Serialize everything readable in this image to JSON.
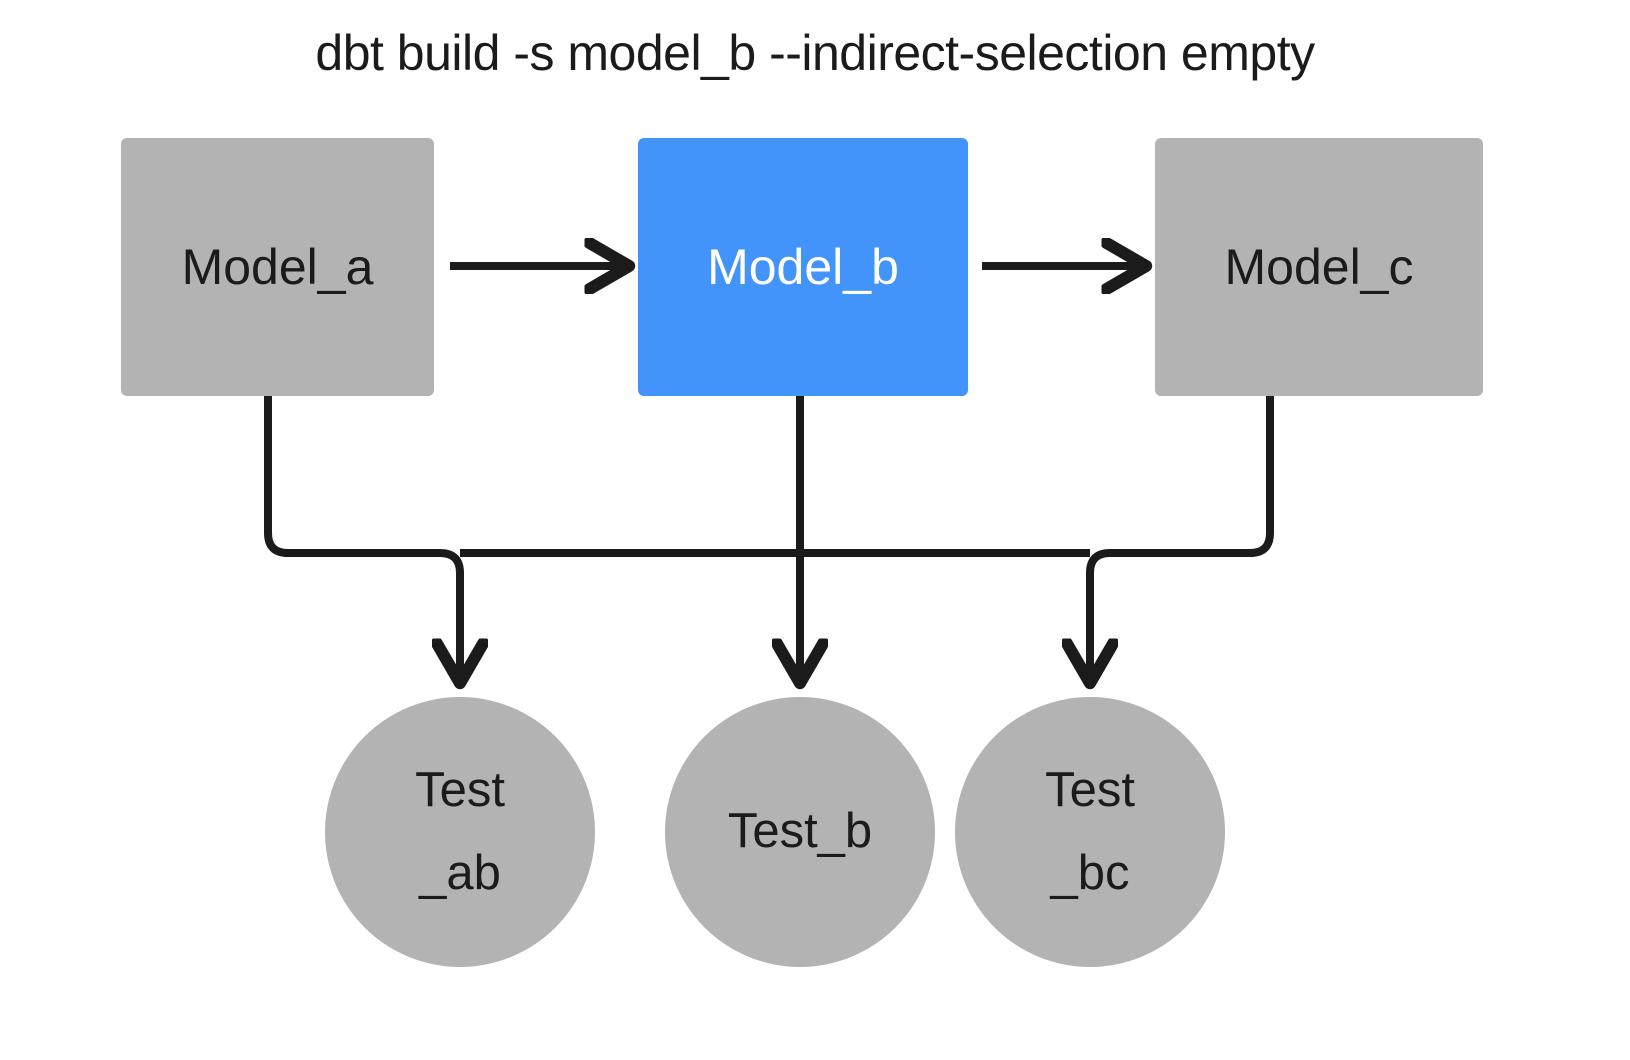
{
  "title": "dbt build -s model_b --indirect-selection empty",
  "palette": {
    "node_gray": "#b3b3b3",
    "node_blue": "#4294fa",
    "edge_black": "#1b1b1b",
    "text_dark": "#1b1b1b",
    "text_light": "#ffffff",
    "background": "#ffffff"
  },
  "models": [
    {
      "id": "model_a",
      "label": "Model_a",
      "shape": "rectangle",
      "fill": "#b3b3b3",
      "text_color": "#1b1b1b",
      "selected": false
    },
    {
      "id": "model_b",
      "label": "Model_b",
      "shape": "rectangle",
      "fill": "#4294fa",
      "text_color": "#ffffff",
      "selected": true
    },
    {
      "id": "model_c",
      "label": "Model_c",
      "shape": "rectangle",
      "fill": "#b3b3b3",
      "text_color": "#1b1b1b",
      "selected": false
    }
  ],
  "tests": [
    {
      "id": "test_ab",
      "label": "Test_ab",
      "line1": "Test",
      "line2": "_ab",
      "shape": "circle",
      "fill": "#b3b3b3",
      "text_color": "#1b1b1b",
      "selected": false
    },
    {
      "id": "test_b",
      "label": "Test_b",
      "line1": "Test_b",
      "line2": "",
      "shape": "circle",
      "fill": "#b3b3b3",
      "text_color": "#1b1b1b",
      "selected": false
    },
    {
      "id": "test_bc",
      "label": "Test_bc",
      "line1": "Test",
      "line2": "_bc",
      "shape": "circle",
      "fill": "#b3b3b3",
      "text_color": "#1b1b1b",
      "selected": false
    }
  ],
  "edges": [
    {
      "from": "model_a",
      "to": "model_b",
      "style": "arrow-right"
    },
    {
      "from": "model_b",
      "to": "model_c",
      "style": "arrow-right"
    },
    {
      "from": "model_a",
      "to": "test_ab",
      "style": "elbow-arrow-down"
    },
    {
      "from": "model_b",
      "to": "test_b",
      "style": "straight-arrow-down"
    },
    {
      "from": "model_c",
      "to": "test_bc",
      "style": "elbow-arrow-down"
    }
  ]
}
